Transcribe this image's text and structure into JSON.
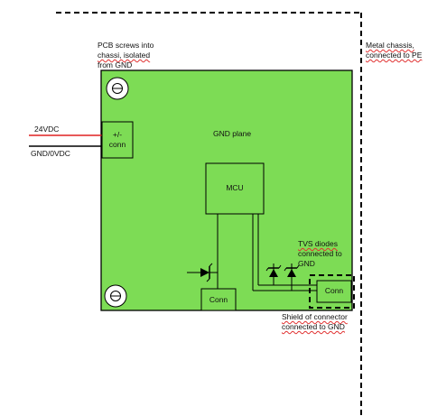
{
  "labels": {
    "pcb_screws": [
      "PCB screws into",
      "chassi, isolated",
      "from GND"
    ],
    "metal_chassis": [
      "Metal chassis,",
      "connected to PE"
    ],
    "supply_24v": "24VDC",
    "supply_gnd": "GND/0VDC",
    "gnd_plane": "GND plane",
    "power_conn": [
      "+/-",
      "conn"
    ],
    "mcu": "MCU",
    "conn_bottom": "Conn",
    "conn_right": "Conn",
    "tvs": [
      "TVS diodes",
      "connected to",
      "GND"
    ],
    "shield": [
      "Shield of connector",
      "connected to GND"
    ]
  },
  "colors": {
    "pcb_green": "#7ddc55",
    "power_line": "#e02020",
    "stroke": "#000000",
    "squiggle": "#e03030"
  }
}
